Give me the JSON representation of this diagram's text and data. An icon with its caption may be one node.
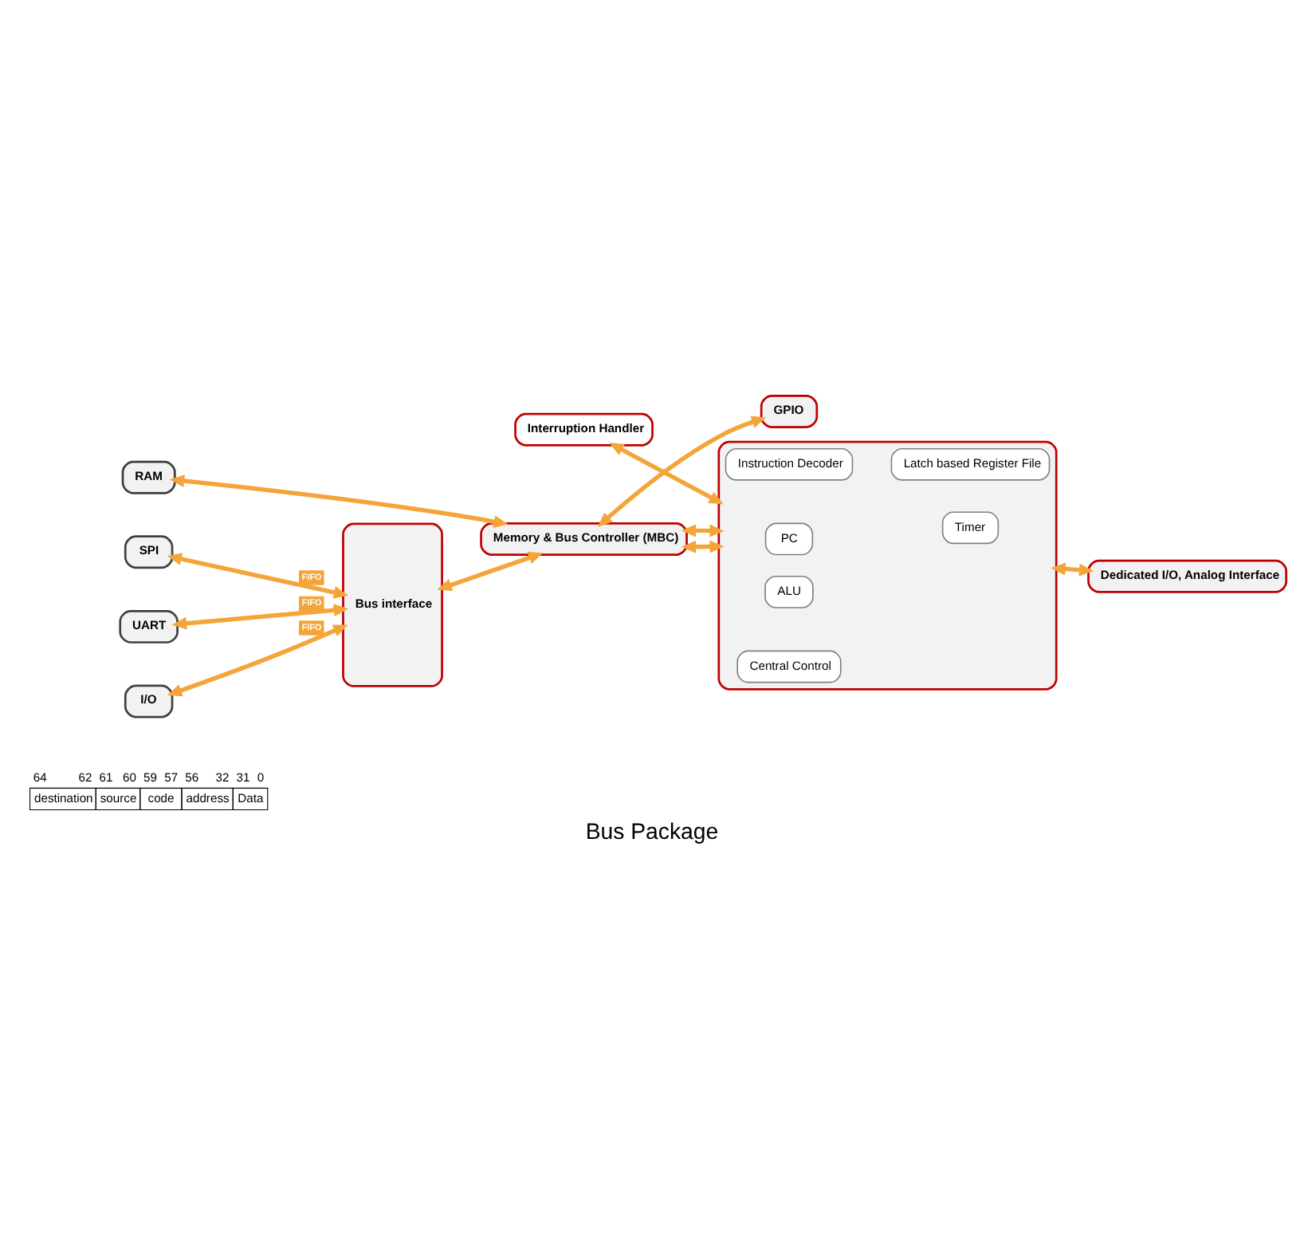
{
  "diagram": {
    "caption": "Bus Package",
    "nodes": [
      {
        "text": [
          "RAM"
        ]
      },
      {
        "text": [
          "Memory & Bus Controller (MBC)"
        ]
      },
      {
        "text": [],
        "shape": "box"
      },
      {
        "text": [
          "PC"
        ],
        "in": 2
      },
      {
        "text": [
          "Timer"
        ],
        "in": 2
      },
      {
        "text": [
          "Instruction Decoder"
        ],
        "in": 2
      },
      {
        "text": [
          "Latch based Register File"
        ],
        "in": 2
      },
      {
        "text": [
          "ALU"
        ],
        "in": 2
      },
      {
        "text": [
          "Central Control"
        ],
        "in": 2
      },
      {
        "text": [
          "SPI"
        ]
      },
      {
        "text": [
          "UART"
        ]
      },
      {
        "text": [
          "I/O"
        ]
      },
      {
        "text": [
          "Bus interface"
        ]
      },
      {
        "text": [
          "Interruption Handler"
        ]
      },
      {
        "text": [
          "GPIO"
        ]
      },
      {
        "text": [
          "Dedicated I/O, Analog Interface"
        ]
      }
    ],
    "edges": [
      {
        "from": 0,
        "to": 1,
        "arrow": "both"
      },
      {
        "from": 1,
        "to": 2,
        "arrow": "both"
      },
      {
        "from": 12,
        "to": 1,
        "arrow": "both"
      },
      {
        "from": 9,
        "to": 12,
        "arrow": "both",
        "label": "FIFO"
      },
      {
        "from": 10,
        "to": 12,
        "arrow": "both",
        "label": "FIFO"
      },
      {
        "from": 11,
        "to": 12,
        "arrow": "both",
        "label": "FIFO"
      },
      {
        "from": 1,
        "to": 2,
        "arrow": "both"
      },
      {
        "from": 1,
        "to": 14,
        "arrow": "both"
      },
      {
        "from": 13,
        "to": 2,
        "arrow": "both"
      },
      {
        "from": 2,
        "to": 15,
        "arrow": "both"
      }
    ],
    "labels": [
      "64",
      "62",
      "61",
      "60",
      "59",
      "57",
      "56",
      "32",
      "31",
      "0",
      "destination",
      "source",
      "code",
      "address",
      "Data"
    ]
  }
}
